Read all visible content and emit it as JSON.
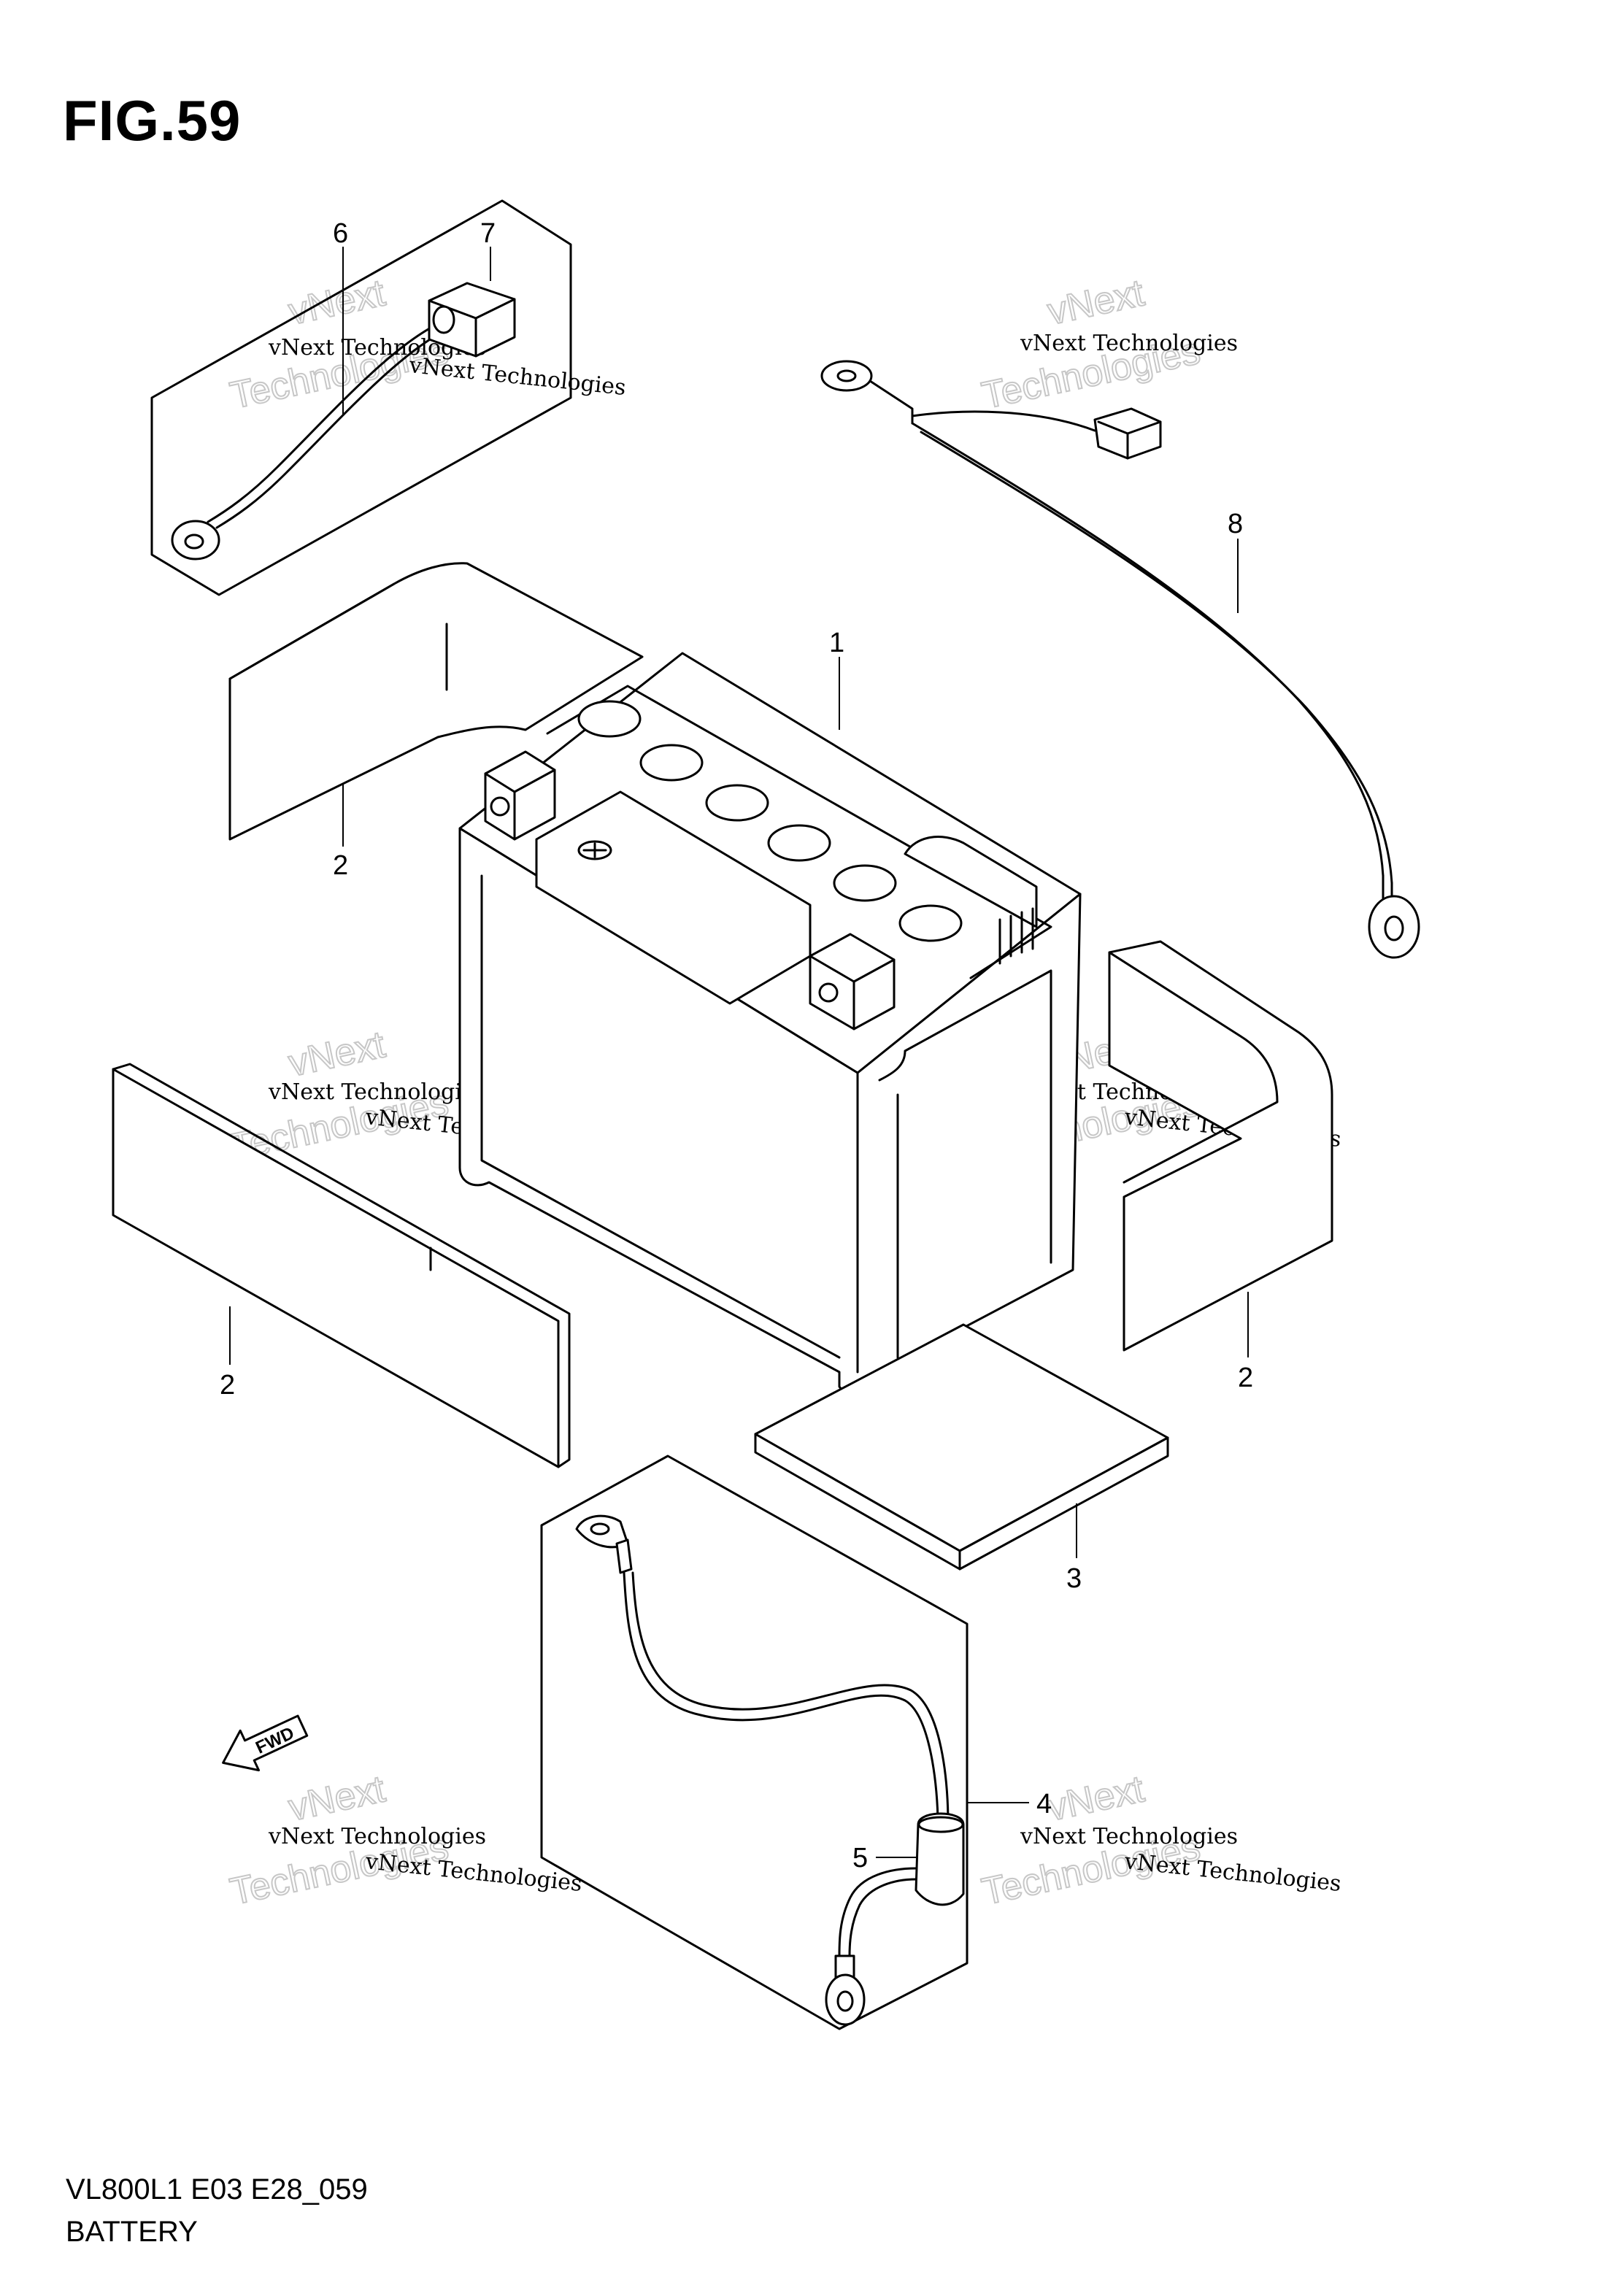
{
  "figure": {
    "title": "FIG.59",
    "model_code": "VL800L1 E03 E28_059",
    "section_name": "BATTERY"
  },
  "callouts": {
    "part_1": "1",
    "part_2_upper": "2",
    "part_2_left": "2",
    "part_2_right": "2",
    "part_3": "3",
    "part_4": "4",
    "part_5": "5",
    "part_6": "6",
    "part_7": "7",
    "part_8": "8"
  },
  "direction_arrow": {
    "label": "FWD",
    "icon": "forward-arrow-icon"
  },
  "watermark": {
    "line_small": "vNext Technologies",
    "line_big_1": "vNext",
    "line_big_2": "Technologies"
  }
}
